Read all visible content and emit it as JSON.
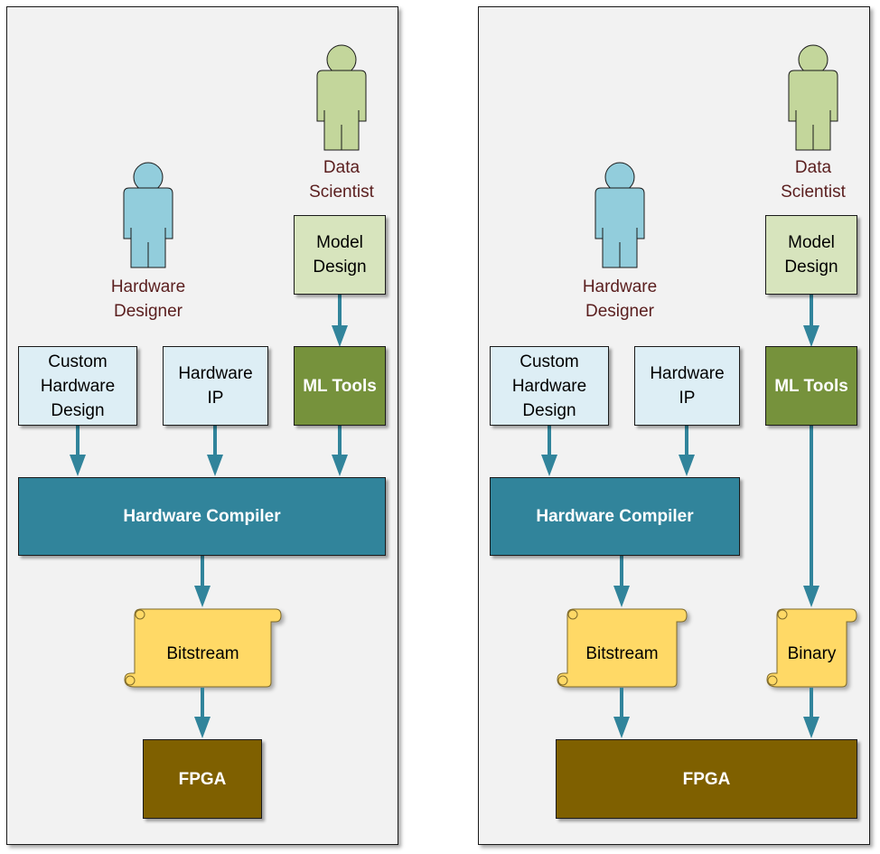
{
  "colors": {
    "panel_bg": "#f2f2f2",
    "arrow": "#31849b",
    "hardware_person": "#92cddc",
    "data_person": "#c3d69b",
    "role_text": "#5a1e1e",
    "light_box": "#ddeef5",
    "model_box": "#d7e4bd",
    "ml_tools": "#76923c",
    "compiler": "#31849b",
    "fpga": "#7f6000",
    "scroll": "#ffd966"
  },
  "left_panel": {
    "roles": {
      "hardware_designer": "Hardware\nDesigner",
      "data_scientist": "Data\nScientist"
    },
    "boxes": {
      "model_design": "Model\nDesign",
      "custom_hardware_design": "Custom\nHardware\nDesign",
      "hardware_ip": "Hardware\nIP",
      "ml_tools": "ML Tools",
      "hardware_compiler": "Hardware Compiler",
      "bitstream": "Bitstream",
      "fpga": "FPGA"
    }
  },
  "right_panel": {
    "roles": {
      "hardware_designer": "Hardware\nDesigner",
      "data_scientist": "Data\nScientist"
    },
    "boxes": {
      "model_design": "Model\nDesign",
      "custom_hardware_design": "Custom\nHardware\nDesign",
      "hardware_ip": "Hardware\nIP",
      "ml_tools": "ML Tools",
      "hardware_compiler": "Hardware Compiler",
      "bitstream": "Bitstream",
      "binary": "Binary",
      "fpga": "FPGA"
    }
  }
}
